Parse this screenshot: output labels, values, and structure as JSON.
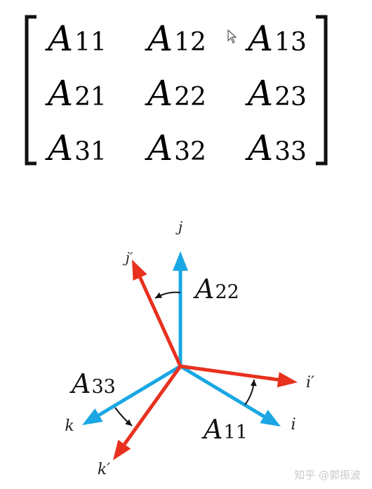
{
  "matrix": {
    "rows": [
      [
        {
          "base": "A",
          "sub": "11"
        },
        {
          "base": "A",
          "sub": "12"
        },
        {
          "base": "A",
          "sub": "13"
        }
      ],
      [
        {
          "base": "A",
          "sub": "21"
        },
        {
          "base": "A",
          "sub": "22"
        },
        {
          "base": "A",
          "sub": "23"
        }
      ],
      [
        {
          "base": "A",
          "sub": "31"
        },
        {
          "base": "A",
          "sub": "32"
        },
        {
          "base": "A",
          "sub": "33"
        }
      ]
    ]
  },
  "diagram": {
    "original_axes": [
      {
        "id": "j",
        "label": "j"
      },
      {
        "id": "i",
        "label": "i"
      },
      {
        "id": "k",
        "label": "k"
      }
    ],
    "rotated_axes": [
      {
        "id": "j-prime",
        "label": "j′"
      },
      {
        "id": "i-prime",
        "label": "i′"
      },
      {
        "id": "k-prime",
        "label": "k′"
      }
    ],
    "angles": [
      {
        "id": "a22",
        "base": "A",
        "sub": "22"
      },
      {
        "id": "a11",
        "base": "A",
        "sub": "11"
      },
      {
        "id": "a33",
        "base": "A",
        "sub": "33"
      }
    ],
    "colors": {
      "original": "#1aa7e3",
      "rotated": "#e8311f",
      "arc": "#111111"
    }
  },
  "watermark": "知乎 @郭振波"
}
